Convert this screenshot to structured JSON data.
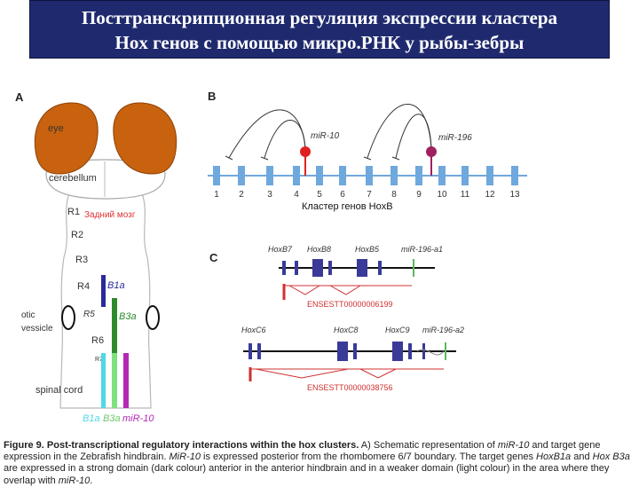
{
  "title": {
    "line1": "Посттранскрипционная регуляция экспрессии кластера",
    "line2": "Hox генов с помощью микро.РНК у рыбы-зебры"
  },
  "panel_a": {
    "label": "A",
    "eye": "eye",
    "cerebellum": "cerebellum",
    "hindbrain_ru": "Задний мозг",
    "r1": "R1",
    "r2": "R2",
    "r3": "R3",
    "r4": "R4",
    "r5": "R5",
    "r6": "R6",
    "r7": "R7",
    "otic": "otic",
    "vessicle": "vessicle",
    "spinal_cord": "spinal cord",
    "b1a": "B1a",
    "b3a": "B3a",
    "bottom_b1a": "B1a",
    "bottom_b3a": "B3a",
    "bottom_mir": "miR-10",
    "colors": {
      "eye": "#c8620e",
      "b1a": "#2a2a9a",
      "b3a": "#2c8a2c",
      "cyan": "#4fd7e6",
      "light_green": "#7ee07e",
      "magenta": "#b428b4"
    }
  },
  "panel_b": {
    "label": "B",
    "mir10": "miR-10",
    "mir196": "miR-196",
    "genes": [
      "1",
      "2",
      "3",
      "4",
      "5",
      "6",
      "7",
      "8",
      "9",
      "10",
      "11",
      "12",
      "13"
    ],
    "cluster_ru": "Кластер генов  HoxB",
    "colors": {
      "gene": "#6fa8dc",
      "mir10": "#e02020",
      "mir196": "#a02060"
    }
  },
  "panel_c": {
    "label": "C",
    "top_genes": [
      "HoxB7",
      "HoxB8",
      "HoxB5",
      "miR-196-a1"
    ],
    "top_transcript": "ENSESTT00000006199",
    "bottom_genes": [
      "HoxC6",
      "HoxC8",
      "HoxC9",
      "miR-196-a2"
    ],
    "bottom_transcript": "ENSESTT00000038756",
    "colors": {
      "exon": "#3a3a99",
      "transcript": "#d03030",
      "mir": "#5cb85c"
    }
  },
  "caption": {
    "lead": "Figure 9. Post-transcriptional regulatory interactions within the hox clusters.",
    "text1": " A) Schematic representation of ",
    "mir1": "miR-10",
    "text2": " and target gene expression in the Zebrafish hindbrain. ",
    "mir2": "MiR-10",
    "text3": " is expressed posterior from the rhombomere 6/7 boundary. The target genes ",
    "g1": "HoxB1a",
    "text4": " and ",
    "g2": "Hox B3a",
    "text5": " are expressed in a strong domain (dark colour) anterior in the anterior hindbrain and in a weaker domain (light colour) in the area where they overlap with ",
    "mir3": "miR-10",
    "text6": "."
  }
}
